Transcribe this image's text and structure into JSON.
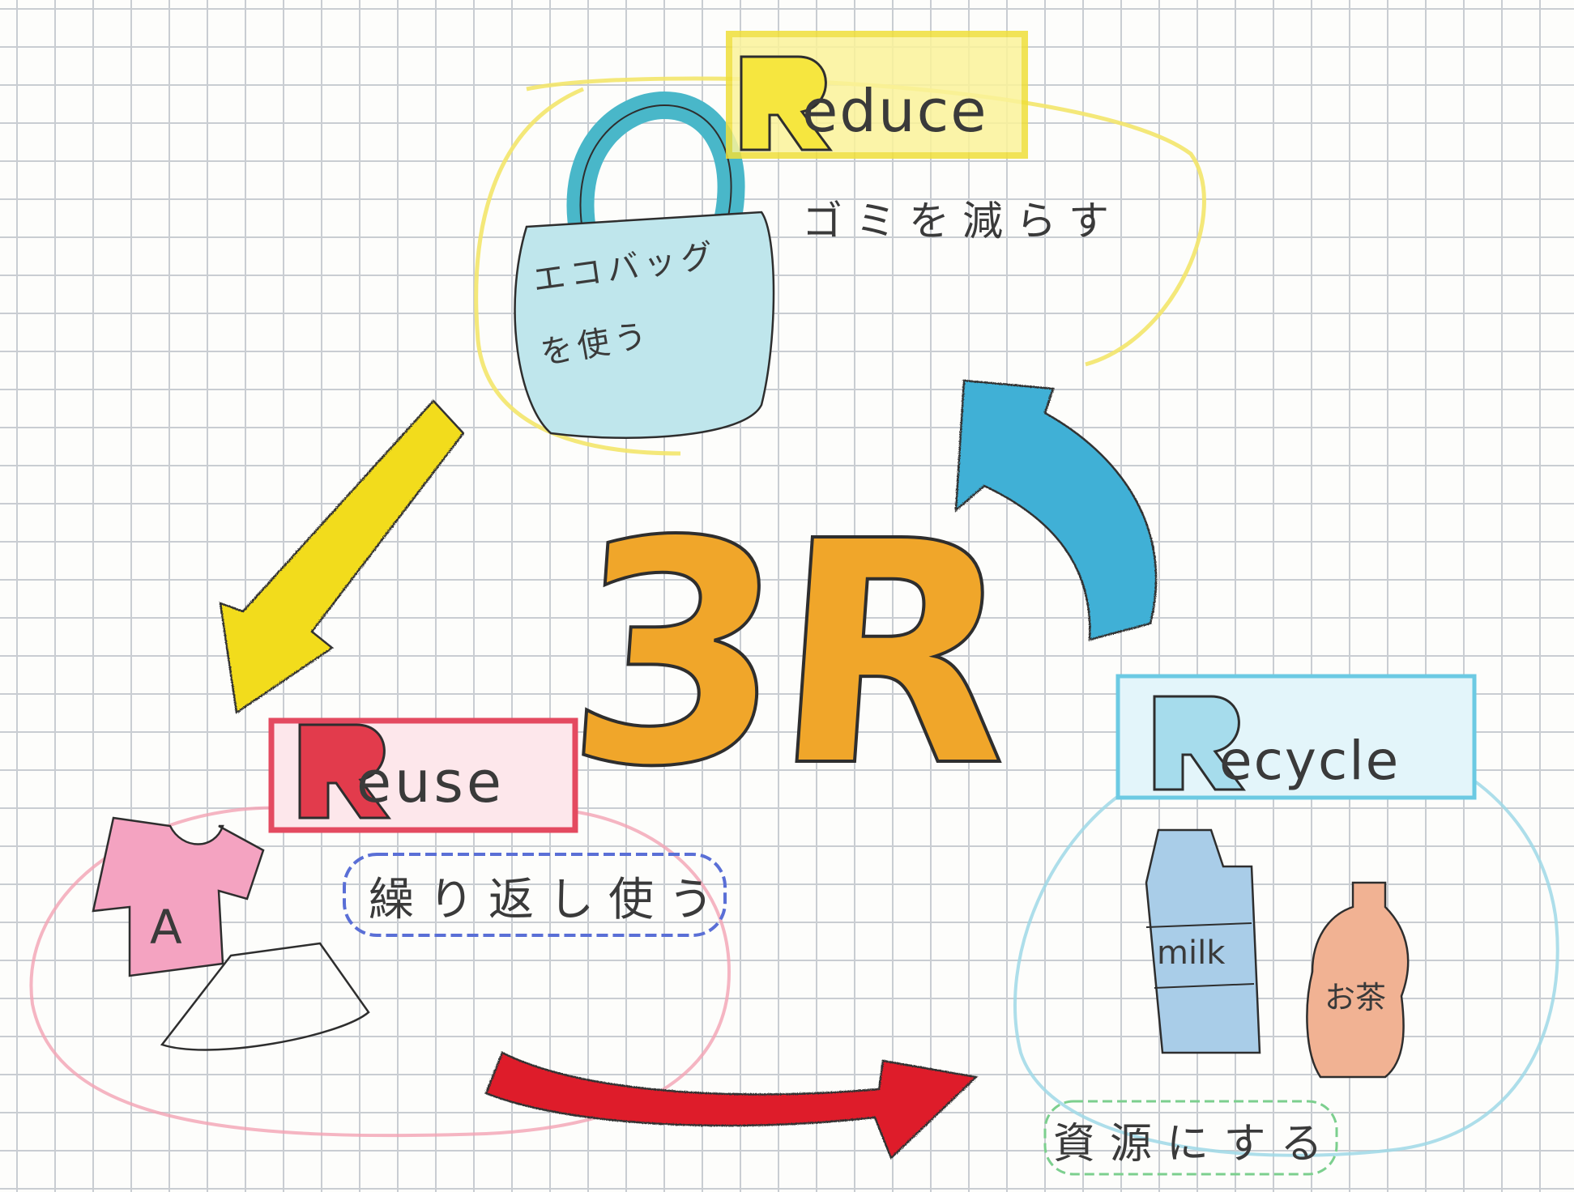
{
  "center": {
    "title": "3R"
  },
  "reduce": {
    "title": "Reduce",
    "meaning": "ゴミを減らす",
    "bag_text_line1": "エコバッグ",
    "bag_text_line2": "を使う"
  },
  "reuse": {
    "title": "Reuse",
    "meaning": "繰り返し使う",
    "shirt_letter": "A"
  },
  "recycle": {
    "title": "Recycle",
    "meaning": "資源にする",
    "carton_label": "milk",
    "bottle_label": "お茶"
  },
  "colors": {
    "reduce": "#f1e44a",
    "reuse": "#e23b4c",
    "recycle": "#4fb6d8",
    "center": "#f0a62a",
    "arrow_yellow": "#f2dc1c",
    "arrow_blue": "#3fb0d6",
    "arrow_red": "#de1f2c"
  }
}
